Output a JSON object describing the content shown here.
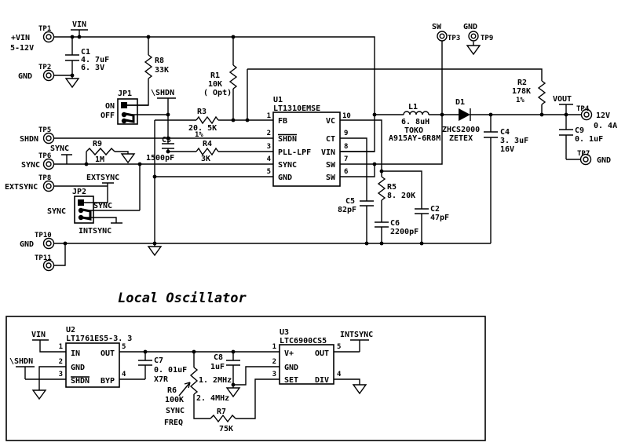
{
  "title": "Local Oscillator",
  "power": {
    "plus_vin": "+VIN",
    "range": "5-12V",
    "tp1": "TP1",
    "vin_net": "VIN",
    "tp2": "TP2",
    "gnd": "GND"
  },
  "c1": {
    "ref": "C1",
    "val": "4. 7uF",
    "volt": "6. 3V"
  },
  "r8": {
    "ref": "R8",
    "val": "33K"
  },
  "jp1": {
    "ref": "JP1",
    "on": "ON",
    "off": "OFF",
    "shdn": "\\SHDN"
  },
  "r1": {
    "ref": "R1",
    "val": "10K",
    "opt": "( Opt)"
  },
  "r3": {
    "ref": "R3",
    "val": "20. 5K",
    "tol": "1%"
  },
  "r4": {
    "ref": "R4",
    "val": "3K"
  },
  "r9": {
    "ref": "R9",
    "val": "1M"
  },
  "c3": {
    "ref": "C3",
    "val": "1500pF"
  },
  "tp5": {
    "name": "TP5",
    "net": "SHDN"
  },
  "tp6": {
    "name": "TP6",
    "net": "SYNC",
    "label": "SYNC"
  },
  "tp8": {
    "name": "TP8",
    "net": "EXTSYNC",
    "label": "EXTSYNC"
  },
  "jp2": {
    "ref": "JP2",
    "sync_left": "SYNC",
    "sync_right": "SYNC",
    "intsync": "INTSYNC"
  },
  "tp10": {
    "name": "TP10",
    "net": "GND"
  },
  "tp11": {
    "name": "TP11"
  },
  "u1": {
    "ref": "U1",
    "part": "LT1310EMSE",
    "pins_left": [
      "FB",
      "SHDN",
      "PLL-LPF",
      "SYNC",
      "GND"
    ],
    "pins_right": [
      "VC",
      "CT",
      "VIN",
      "SW",
      "SW"
    ],
    "nums_left": [
      "1",
      "2",
      "3",
      "4",
      "5"
    ],
    "nums_right": [
      "10",
      "9",
      "8",
      "7",
      "6"
    ]
  },
  "l1": {
    "ref": "L1",
    "val": "6. 8uH",
    "mfr": "TOKO",
    "part": "A915AY-6R8M"
  },
  "d1": {
    "ref": "D1",
    "part": "ZHCS2000",
    "mfr": "ZETEX"
  },
  "tp3": {
    "name": "TP3",
    "net": "SW"
  },
  "tp9": {
    "name": "TP9",
    "net": "GND"
  },
  "r2": {
    "ref": "R2",
    "val": "178K",
    "tol": "1%"
  },
  "c4": {
    "ref": "C4",
    "val": "3. 3uF",
    "volt": "16V"
  },
  "c9": {
    "ref": "C9",
    "val": "0. 1uF"
  },
  "vout": {
    "net": "VOUT",
    "tp4": "TP4",
    "volts": "12V",
    "amps": "0. 4A",
    "tp7": "TP7",
    "gnd": "GND"
  },
  "r5": {
    "ref": "R5",
    "val": "8. 20K"
  },
  "c5": {
    "ref": "C5",
    "val": "82pF"
  },
  "c6": {
    "ref": "C6",
    "val": "2200pF"
  },
  "c2": {
    "ref": "C2",
    "val": "47pF"
  },
  "osc": {
    "vin": "VIN",
    "shdn": "\\SHDN",
    "intsync": "INTSYNC"
  },
  "u2": {
    "ref": "U2",
    "part": "LT1761ES5-3. 3",
    "pin_in": "IN",
    "pin_gnd": "GND",
    "pin_shdn": "SHDN",
    "pin_out": "OUT",
    "pin_byp": "BYP",
    "n1": "1",
    "n2": "2",
    "n3": "3",
    "n4": "4",
    "n5": "5"
  },
  "u3": {
    "ref": "U3",
    "part": "LTC6900CS5",
    "pin_vp": "V+",
    "pin_gnd": "GND",
    "pin_set": "SET",
    "pin_out": "OUT",
    "pin_div": "DIV",
    "n1": "1",
    "n2": "2",
    "n3": "3",
    "n4": "4",
    "n5": "5"
  },
  "c7": {
    "ref": "C7",
    "val": "0. 01uF",
    "type": "X7R"
  },
  "c8": {
    "ref": "C8",
    "val": "1uF"
  },
  "r6": {
    "ref": "R6",
    "val": "100K",
    "f1": "1. 2MHz",
    "f2": "2. 4MHz",
    "adj1": "SYNC",
    "adj2": "FREQ"
  },
  "r7": {
    "ref": "R7",
    "val": "75K"
  }
}
